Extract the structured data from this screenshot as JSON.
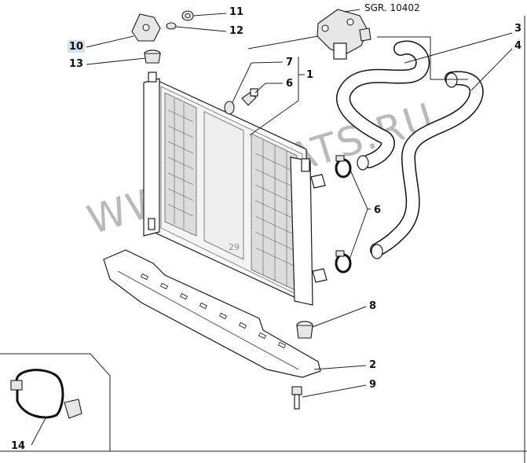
{
  "drawing_ref": "SGR. 10402",
  "watermark": "WWW.ELCATS.RU",
  "small_mark": "29",
  "callouts": [
    {
      "id": "1",
      "text": "1"
    },
    {
      "id": "2",
      "text": "2"
    },
    {
      "id": "3",
      "text": "3"
    },
    {
      "id": "4",
      "text": "4"
    },
    {
      "id": "6a",
      "text": "6"
    },
    {
      "id": "6b",
      "text": "6"
    },
    {
      "id": "7",
      "text": "7"
    },
    {
      "id": "8",
      "text": "8"
    },
    {
      "id": "9",
      "text": "9"
    },
    {
      "id": "10",
      "text": "10",
      "highlighted": true
    },
    {
      "id": "11",
      "text": "11"
    },
    {
      "id": "12",
      "text": "12"
    },
    {
      "id": "13",
      "text": "13"
    },
    {
      "id": "14",
      "text": "14"
    }
  ],
  "colors": {
    "highlight": "#cfe3f5",
    "line": "#222222",
    "watermark": "#b9b9b9"
  }
}
